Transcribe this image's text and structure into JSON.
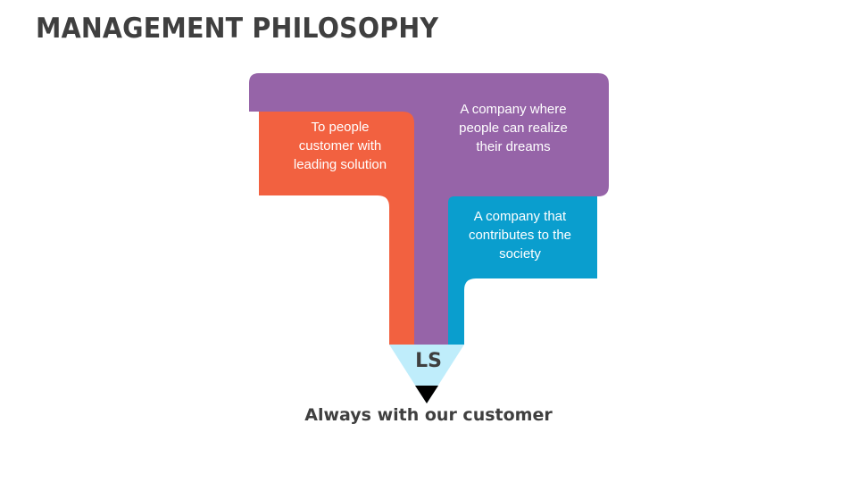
{
  "title": "MANAGEMENT PHILOSOPHY",
  "diagram": {
    "purple_text": "A company where\npeople can realize\ntheir dreams",
    "orange_text": "To people\ncustomer with\nleading solution",
    "blue_text": "A company that\ncontributes to the\nsociety",
    "center_label": "LS",
    "caption": "Always with our customer"
  },
  "colors": {
    "purple": "#9664A8",
    "orange": "#F26140",
    "blue": "#0A9ECE",
    "cone": "#BFEDFB",
    "tip": "#000000",
    "text_dark": "#3F3F3F"
  }
}
